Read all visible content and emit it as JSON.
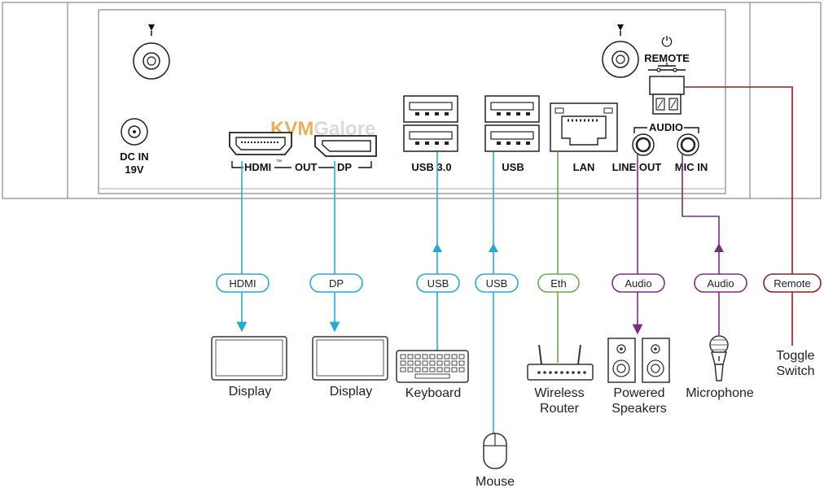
{
  "watermark": {
    "text_a": "KVM",
    "text_b": "Galore",
    "color_a": "#e8a23a",
    "color_b": "#d9d9d9"
  },
  "panel_labels": {
    "dc_in_line1": "DC IN",
    "dc_in_line2": "19V",
    "hdmi": "HDMI",
    "tm": "™",
    "out": "OUT",
    "dp": "DP",
    "usb3": "USB 3.0",
    "usb": "USB",
    "lan": "LAN",
    "audio_group": "AUDIO",
    "line_out": "LINE OUT",
    "mic_in": "MIC IN",
    "remote": "REMOTE",
    "power_symbol": "⏻"
  },
  "cables": [
    {
      "label": "HDMI",
      "color": "#29a8d8"
    },
    {
      "label": "DP",
      "color": "#29a8d8"
    },
    {
      "label": "USB",
      "color": "#29a8d8"
    },
    {
      "label": "USB",
      "color": "#29a8d8"
    },
    {
      "label": "Eth",
      "color": "#6aa84f"
    },
    {
      "label": "Audio",
      "color": "#7b2d83"
    },
    {
      "label": "Audio",
      "color": "#7b2d83"
    },
    {
      "label": "Remote",
      "color": "#8b2020"
    }
  ],
  "devices": {
    "display1": "Display",
    "display2": "Display",
    "keyboard": "Keyboard",
    "mouse": "Mouse",
    "router_l1": "Wireless",
    "router_l2": "Router",
    "speakers_l1": "Powered",
    "speakers_l2": "Speakers",
    "microphone": "Microphone",
    "toggle_l1": "Toggle",
    "toggle_l2": "Switch"
  }
}
